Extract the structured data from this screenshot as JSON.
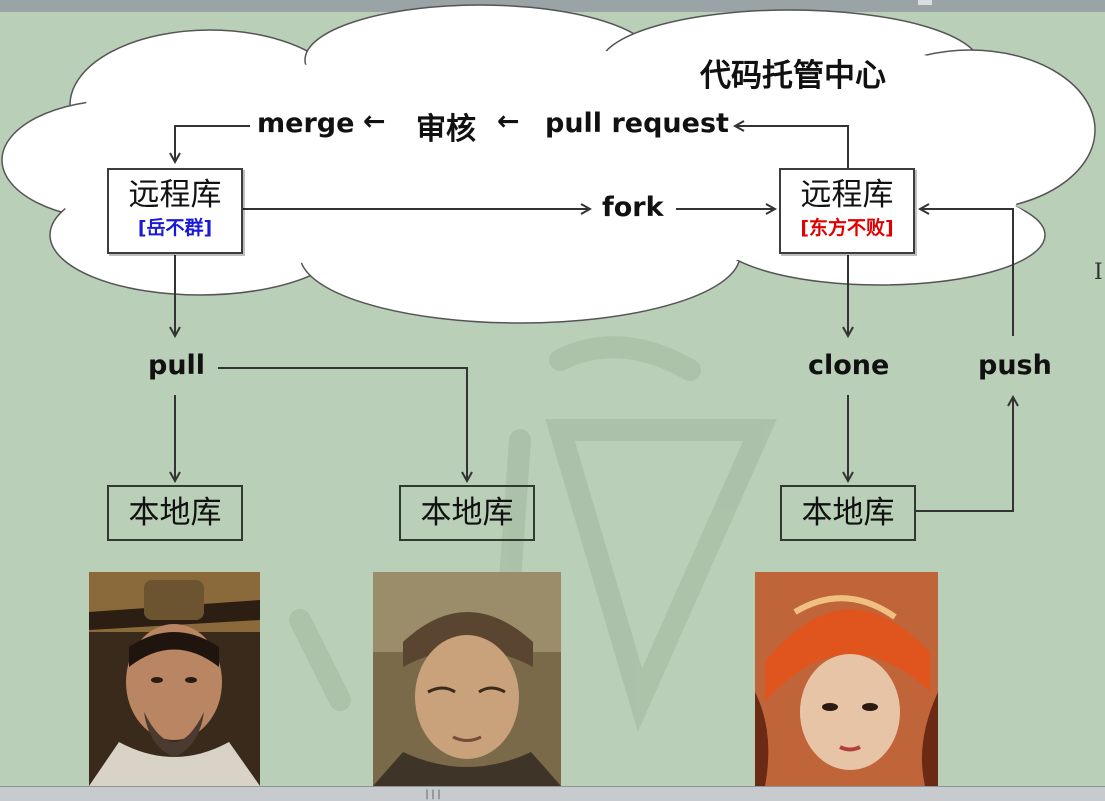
{
  "cloud": {
    "title": "代码托管中心"
  },
  "remote_repos": [
    {
      "label": "远程库",
      "owner": "[岳不群]",
      "owner_color": "#1a1ad6"
    },
    {
      "label": "远程库",
      "owner": "[东方不败]",
      "owner_color": "#e00000"
    }
  ],
  "flow_labels": {
    "merge": "merge",
    "review": "审核",
    "pull_request": "pull request",
    "fork": "fork",
    "pull": "pull",
    "clone": "clone",
    "push": "push",
    "arrow_left": "←"
  },
  "local_repos": [
    "本地库",
    "本地库",
    "本地库"
  ],
  "portraits": [
    "portrait-yue-buqun",
    "portrait-linghu-chong",
    "portrait-dongfang-bubai"
  ],
  "colors": {
    "background": "#b9cfb7",
    "cloud_fill": "#ffffff",
    "line": "#333333"
  }
}
